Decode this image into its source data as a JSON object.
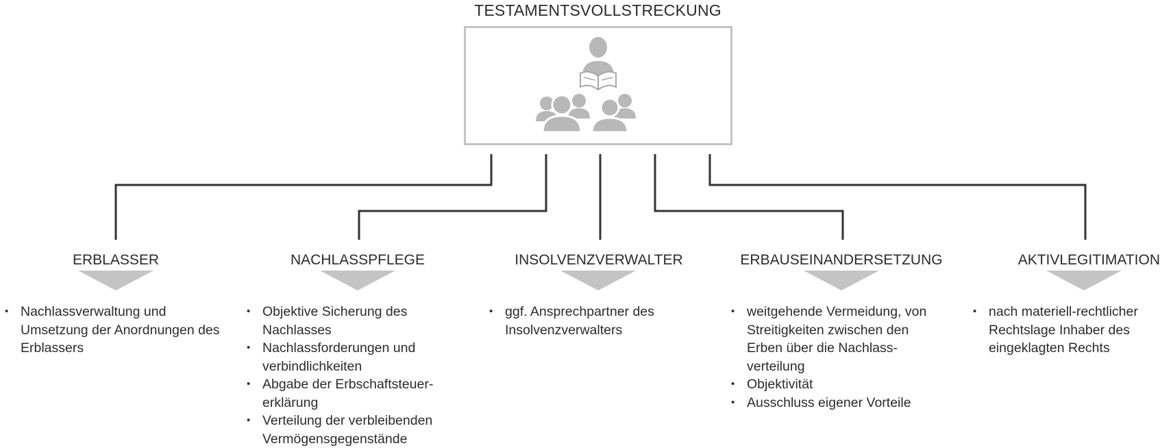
{
  "title": "TESTAMENTSVOLLSTRECKUNG",
  "colors": {
    "text": "#2b2b2b",
    "box_border": "#c3c3c3",
    "icon_fill": "#b8b8b8",
    "connector": "#333333",
    "arrow": "#c4c4c4"
  },
  "center_icon": "teacher-and-audience-icon",
  "columns": [
    {
      "heading": "ERBLASSER",
      "items": [
        "Nachlassverwaltung und Umsetzung der Anordnungen des Erblassers"
      ]
    },
    {
      "heading": "NACHLASSPFLEGE",
      "items": [
        "Objektive Sicherung des Nachlasses",
        "Nachlassforderungen und verbindlichkeiten",
        "Abgabe der Erbschaftsteuer-erklärung",
        "Verteilung der verbleibenden Vermögensgegenstände"
      ]
    },
    {
      "heading": "INSOLVENZVERWALTER",
      "items": [
        "ggf. Ansprechpartner des Insolvenzverwalters"
      ]
    },
    {
      "heading": "ERBAUSEINANDERSETZUNG",
      "items": [
        "weitgehende Vermeidung, von Streitigkeiten zwischen den Erben über die Nachlass-verteilung",
        "Objektivität",
        "Ausschluss eigener Vorteile"
      ]
    },
    {
      "heading": "AKTIVLEGITIMATION",
      "items": [
        "nach materiell-rechtlicher Rechtslage Inhaber des eingeklagten Rechts"
      ]
    }
  ]
}
